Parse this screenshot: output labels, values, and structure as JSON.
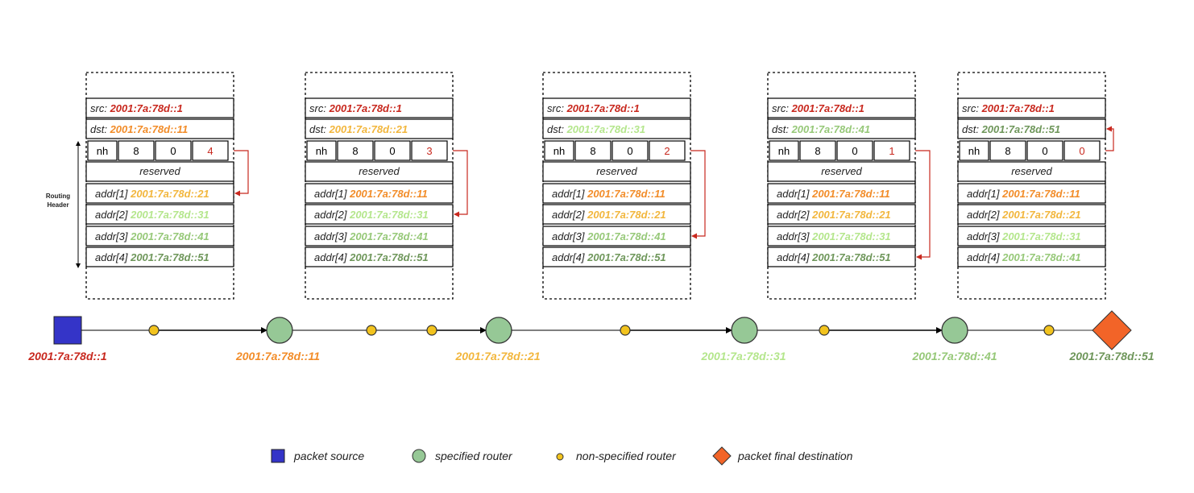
{
  "colors": {
    "c1": "#c8281e",
    "c11": "#f28c28",
    "c21": "#f2b63c",
    "c31": "#b4e68c",
    "c41": "#96c878",
    "c51": "#6e965a",
    "pointer": "#c8281e",
    "source": "#3434c8",
    "router": "#96c896",
    "mini_router": "#f2c31e",
    "destination": "#f26428"
  },
  "side_label": [
    "Routing",
    "Header"
  ],
  "packets": [
    {
      "src_label": "src:",
      "src": "2001:7a:78d::1",
      "src_color": "c1",
      "dst_label": "dst:",
      "dst": "2001:7a:78d::11",
      "dst_color": "c11",
      "fields": [
        "nh",
        "8",
        "0",
        "4"
      ],
      "reserved": "reserved",
      "addrs": [
        {
          "label": "addr[1]",
          "value": "2001:7a:78d::21",
          "color": "c21"
        },
        {
          "label": "addr[2]",
          "value": "2001:7a:78d::31",
          "color": "c31"
        },
        {
          "label": "addr[3]",
          "value": "2001:7a:78d::41",
          "color": "c41"
        },
        {
          "label": "addr[4]",
          "value": "2001:7a:78d::51",
          "color": "c51"
        }
      ],
      "pointer_target": 0
    },
    {
      "src_label": "src:",
      "src": "2001:7a:78d::1",
      "src_color": "c1",
      "dst_label": "dst:",
      "dst": "2001:7a:78d::21",
      "dst_color": "c21",
      "fields": [
        "nh",
        "8",
        "0",
        "3"
      ],
      "reserved": "reserved",
      "addrs": [
        {
          "label": "addr[1]",
          "value": "2001:7a:78d::11",
          "color": "c11"
        },
        {
          "label": "addr[2]",
          "value": "2001:7a:78d::31",
          "color": "c31"
        },
        {
          "label": "addr[3]",
          "value": "2001:7a:78d::41",
          "color": "c41"
        },
        {
          "label": "addr[4]",
          "value": "2001:7a:78d::51",
          "color": "c51"
        }
      ],
      "pointer_target": 1
    },
    {
      "src_label": "src:",
      "src": "2001:7a:78d::1",
      "src_color": "c1",
      "dst_label": "dst:",
      "dst": "2001:7a:78d::31",
      "dst_color": "c31",
      "fields": [
        "nh",
        "8",
        "0",
        "2"
      ],
      "reserved": "reserved",
      "addrs": [
        {
          "label": "addr[1]",
          "value": "2001:7a:78d::11",
          "color": "c11"
        },
        {
          "label": "addr[2]",
          "value": "2001:7a:78d::21",
          "color": "c21"
        },
        {
          "label": "addr[3]",
          "value": "2001:7a:78d::41",
          "color": "c41"
        },
        {
          "label": "addr[4]",
          "value": "2001:7a:78d::51",
          "color": "c51"
        }
      ],
      "pointer_target": 2
    },
    {
      "src_label": "src:",
      "src": "2001:7a:78d::1",
      "src_color": "c1",
      "dst_label": "dst:",
      "dst": "2001:7a:78d::41",
      "dst_color": "c41",
      "fields": [
        "nh",
        "8",
        "0",
        "1"
      ],
      "reserved": "reserved",
      "addrs": [
        {
          "label": "addr[1]",
          "value": "2001:7a:78d::11",
          "color": "c11"
        },
        {
          "label": "addr[2]",
          "value": "2001:7a:78d::21",
          "color": "c21"
        },
        {
          "label": "addr[3]",
          "value": "2001:7a:78d::31",
          "color": "c31"
        },
        {
          "label": "addr[4]",
          "value": "2001:7a:78d::51",
          "color": "c51"
        }
      ],
      "pointer_target": 3
    },
    {
      "src_label": "src:",
      "src": "2001:7a:78d::1",
      "src_color": "c1",
      "dst_label": "dst:",
      "dst": "2001:7a:78d::51",
      "dst_color": "c51",
      "fields": [
        "nh",
        "8",
        "0",
        "0"
      ],
      "reserved": "reserved",
      "addrs": [
        {
          "label": "addr[1]",
          "value": "2001:7a:78d::11",
          "color": "c11"
        },
        {
          "label": "addr[2]",
          "value": "2001:7a:78d::21",
          "color": "c21"
        },
        {
          "label": "addr[3]",
          "value": "2001:7a:78d::31",
          "color": "c31"
        },
        {
          "label": "addr[4]",
          "value": "2001:7a:78d::41",
          "color": "c41"
        }
      ],
      "pointer_target": "dst"
    }
  ],
  "nodes": [
    {
      "kind": "source",
      "label": "2001:7a:78d::1",
      "color": "c1"
    },
    {
      "kind": "mini"
    },
    {
      "kind": "router",
      "label": "2001:7a:78d::11",
      "color": "c11"
    },
    {
      "kind": "mini"
    },
    {
      "kind": "mini"
    },
    {
      "kind": "router",
      "label": "2001:7a:78d::21",
      "color": "c21"
    },
    {
      "kind": "mini"
    },
    {
      "kind": "router",
      "label": "2001:7a:78d::31",
      "color": "c31"
    },
    {
      "kind": "mini"
    },
    {
      "kind": "router",
      "label": "2001:7a:78d::41",
      "color": "c41"
    },
    {
      "kind": "mini"
    },
    {
      "kind": "destination",
      "label": "2001:7a:78d::51",
      "color": "c51"
    }
  ],
  "legend": [
    {
      "shape": "square",
      "label": "packet source"
    },
    {
      "shape": "circle",
      "label": "specified router"
    },
    {
      "shape": "dot",
      "label": "non-specified router"
    },
    {
      "shape": "diamond",
      "label": "packet final destination"
    }
  ]
}
